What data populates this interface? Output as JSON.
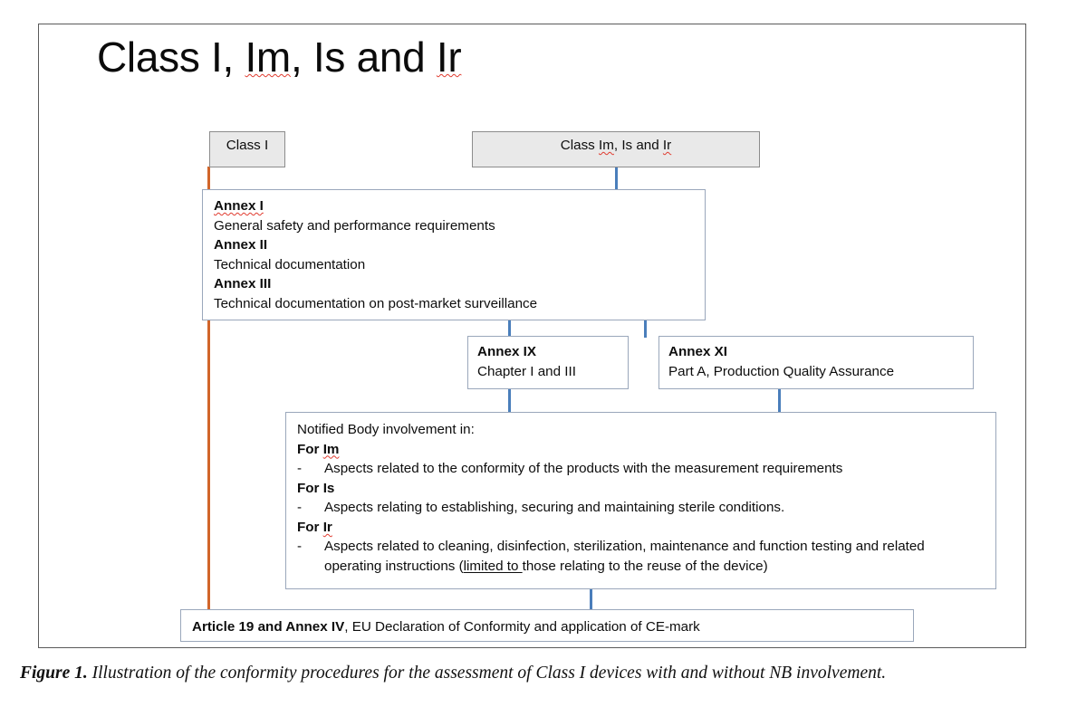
{
  "figure": {
    "title": "Class I, Im, Is and Ir",
    "title_parts": [
      {
        "text": "Class I, ",
        "squiggle": false
      },
      {
        "text": "Im",
        "squiggle": true
      },
      {
        "text": ", Is and ",
        "squiggle": false
      },
      {
        "text": "Ir",
        "squiggle": true
      }
    ],
    "colors": {
      "connector_blue": "#4a7ebb",
      "connector_orange": "#d1652a",
      "box_border": "#9aa7bb",
      "grey_box_fill": "#e9e9e9",
      "grey_box_border": "#8c8c8c",
      "frame_border": "#5a5a5a"
    },
    "nodes": {
      "class_i": {
        "label": "Class I"
      },
      "class_imsr": {
        "label": "Class Im, Is and Ir",
        "parts": [
          {
            "text": "Class ",
            "squiggle": false
          },
          {
            "text": "Im",
            "squiggle": true
          },
          {
            "text": ", Is and ",
            "squiggle": false
          },
          {
            "text": "Ir",
            "squiggle": true
          }
        ]
      },
      "annex_main": {
        "rows": [
          {
            "heading": "Annex I",
            "heading_squiggle": true,
            "body": "General safety and performance requirements"
          },
          {
            "heading": "Annex II",
            "heading_squiggle": false,
            "body": "Technical documentation"
          },
          {
            "heading": "Annex III",
            "heading_squiggle": false,
            "body": "Technical documentation on post-market surveillance"
          }
        ]
      },
      "annex_ix": {
        "heading": "Annex IX",
        "body": "Chapter I and III"
      },
      "annex_xi": {
        "heading": "Annex XI",
        "body": "Part A, Production Quality Assurance"
      },
      "notified_body": {
        "intro": "Notified Body involvement in:",
        "groups": [
          {
            "heading_prefix": "For ",
            "heading_term": "Im",
            "heading_squiggle": true,
            "bullets": [
              {
                "dash": "-",
                "text": "Aspects related to the conformity of the products with the measurement requirements"
              }
            ]
          },
          {
            "heading_prefix": "For ",
            "heading_term": "Is",
            "heading_squiggle": false,
            "bullets": [
              {
                "dash": "-",
                "text": "Aspects relating to establishing, securing and maintaining sterile conditions."
              }
            ]
          },
          {
            "heading_prefix": "For ",
            "heading_term": "Ir",
            "heading_squiggle": true,
            "bullets": [
              {
                "dash": "-",
                "text_before": "Aspects related to cleaning, disinfection, sterilization, maintenance and function testing and related operating instructions (",
                "text_underlined": "limited to ",
                "text_after": "those relating to the reuse of the device)"
              }
            ]
          }
        ]
      },
      "article_19": {
        "bold_part": "Article 19 and Annex IV",
        "rest": ", EU Declaration of Conformity and application of CE-mark"
      }
    }
  },
  "caption": {
    "lead": "Figure 1.",
    "text": " Illustration of the conformity procedures for the assessment of Class I devices with and without NB involvement."
  }
}
